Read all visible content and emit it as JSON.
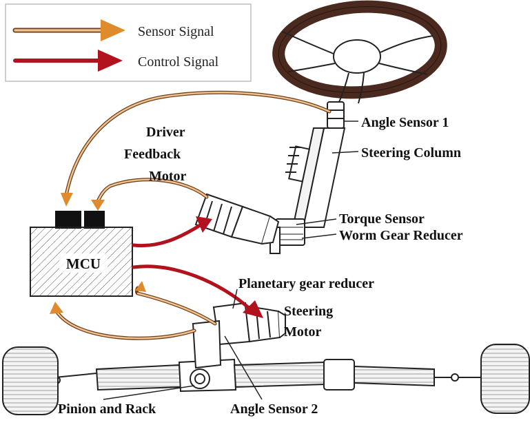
{
  "legend": {
    "sensor_signal": "Sensor Signal",
    "control_signal": "Control Signal",
    "sensor_color": "#d9924a",
    "control_color": "#b2121e"
  },
  "labels": {
    "angle_sensor_1": "Angle Sensor 1",
    "steering_column": "Steering Column",
    "driver_line1": "Driver",
    "driver_line2": "Feedback",
    "driver_line3": "Motor",
    "torque_sensor": "Torque Sensor",
    "worm_gear": "Worm  Gear Reducer",
    "mcu": "MCU",
    "planetary": "Planetary gear reducer",
    "steering_line1": "Steering",
    "steering_line2": "Motor",
    "pinion_rack": "Pinion and Rack",
    "angle_sensor_2": "Angle Sensor 2"
  },
  "colors": {
    "wheel_rim": "#4a2a1e",
    "line": "#222222"
  }
}
